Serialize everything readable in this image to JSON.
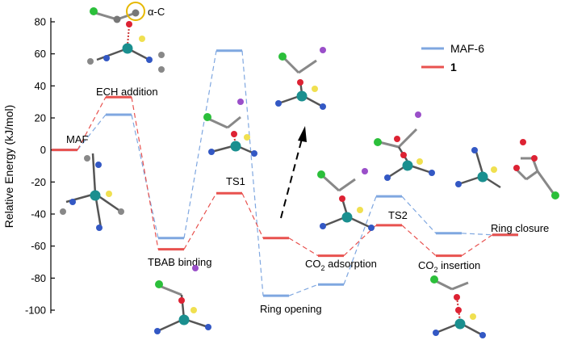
{
  "chart_data": {
    "type": "line",
    "ylabel": "Relative Energy (kJ/mol)",
    "ylim": [
      -100,
      80
    ],
    "yticks": [
      80,
      60,
      40,
      20,
      0,
      -20,
      -40,
      -60,
      -80,
      -100
    ],
    "stages": [
      "MAF",
      "ECH addition",
      "TBAB binding",
      "TS1",
      "Ring opening",
      "CO2 adsorption",
      "TS2",
      "CO2 insertion",
      "Ring closure"
    ],
    "series": [
      {
        "name": "MAF-6",
        "color": "#7fa7e0",
        "values": [
          0,
          22,
          -55,
          62,
          -91,
          -84,
          -29,
          -52,
          -53
        ]
      },
      {
        "name": "1",
        "color": "#e8524f",
        "values": [
          0,
          33,
          -62,
          -27,
          -55,
          -66,
          -47,
          -66,
          -53
        ]
      }
    ],
    "annotations": [
      {
        "id": "maf",
        "text": "MAF"
      },
      {
        "id": "ech",
        "text": "ECH addition"
      },
      {
        "id": "tbab",
        "text": "TBAB binding"
      },
      {
        "id": "ts1",
        "text": "TS1"
      },
      {
        "id": "ring-opening",
        "text": "Ring opening"
      },
      {
        "id": "co2-ads",
        "text": "CO",
        "sub": "2",
        "rest": " adsorption"
      },
      {
        "id": "ts2",
        "text": "TS2"
      },
      {
        "id": "co2-ins",
        "text": "CO",
        "sub": "2",
        "rest": " insertion"
      },
      {
        "id": "ring-closure",
        "text": "Ring closure"
      },
      {
        "id": "alpha-c",
        "text": "α-C"
      }
    ]
  }
}
